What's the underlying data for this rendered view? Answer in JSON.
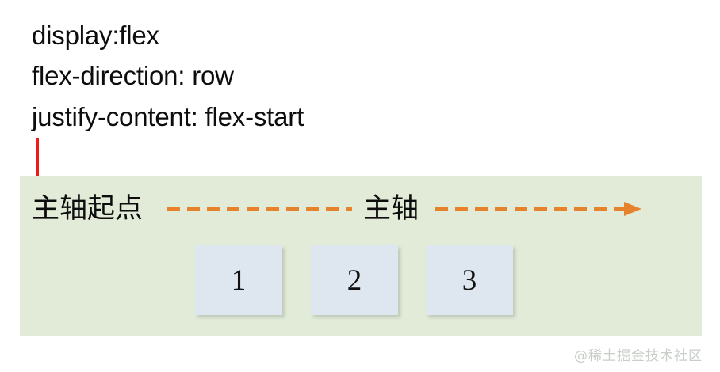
{
  "figure": {
    "title": "flex-start justify-content illustration",
    "background_color": "#ffffff"
  },
  "css_declarations": {
    "lines": [
      "display:flex",
      "flex-direction: row",
      "justify-content: flex-start"
    ]
  },
  "start_marker": {
    "color": "#ee1b17",
    "meaning": "main-axis start position indicator"
  },
  "flex_container": {
    "background_color": "#e2ebd8",
    "axis": {
      "start_label": "主轴起点",
      "mid_label": "主轴",
      "line_color": "#e5822b",
      "direction": "left-to-right",
      "arrow_head": "right-arrow"
    },
    "items": [
      {
        "label": "1"
      },
      {
        "label": "2"
      },
      {
        "label": "3"
      }
    ],
    "item_color": "#dee6f0"
  },
  "watermark": {
    "text": "@稀土掘金技术社区",
    "color": "#c9cec9"
  }
}
